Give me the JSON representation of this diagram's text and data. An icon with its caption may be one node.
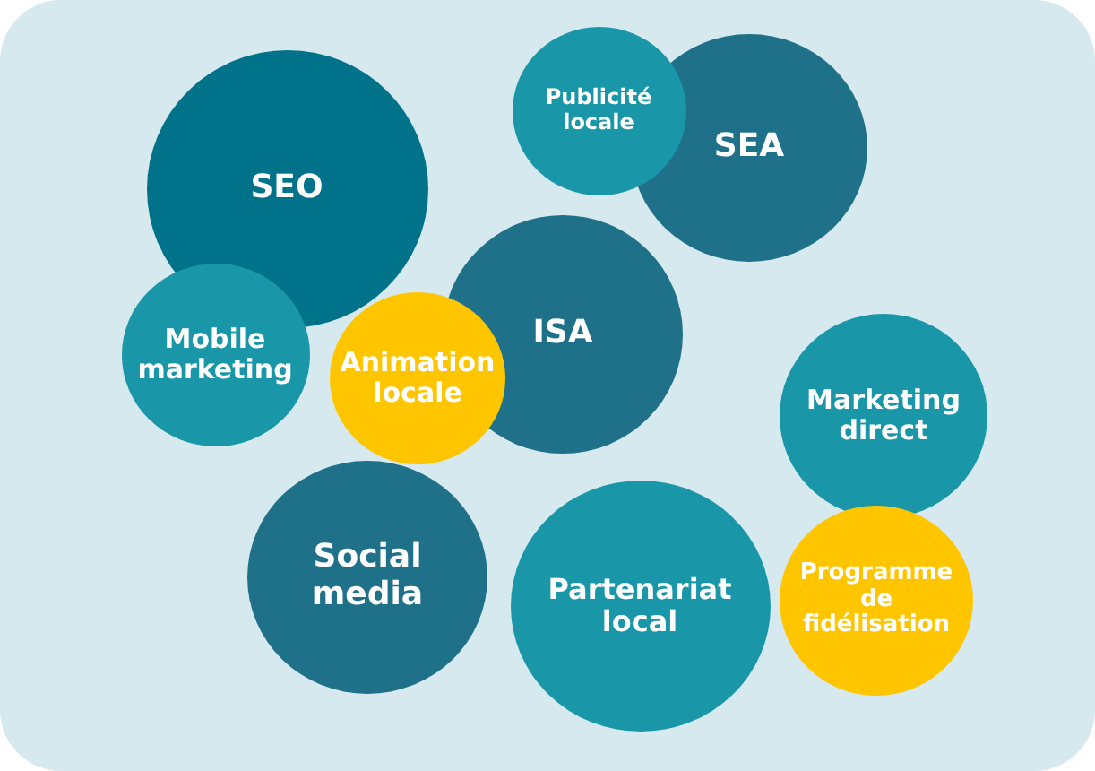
{
  "diagram": {
    "nodes": [
      {
        "text": [
          "SEO"
        ]
      },
      {
        "text": [
          "Publicité locale"
        ]
      },
      {
        "text": [
          "SEA"
        ]
      },
      {
        "text": [
          "Mobile marketing"
        ]
      },
      {
        "text": [
          "Animation locale"
        ]
      },
      {
        "text": [
          "ISA"
        ]
      },
      {
        "text": [
          "Marketing direct"
        ]
      },
      {
        "text": [
          "Social media"
        ]
      },
      {
        "text": [
          "Partenariat local"
        ]
      },
      {
        "text": [
          "Programme de fidélisation"
        ]
      }
    ],
    "edges": []
  }
}
